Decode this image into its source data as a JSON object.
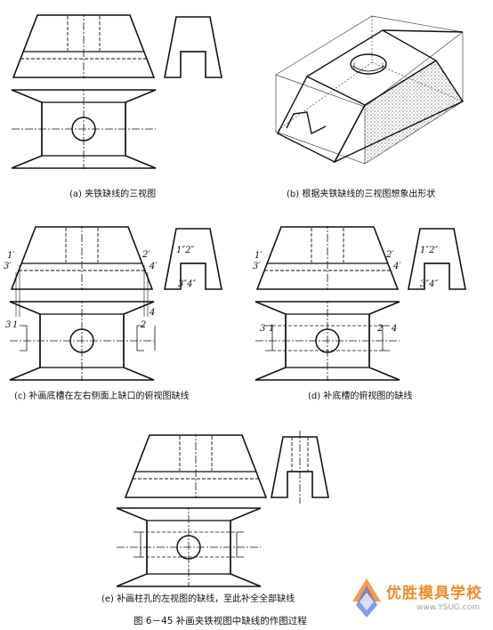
{
  "captions": {
    "a": "(a) 夹铁缺线的三视图",
    "b": "(b) 根据夹铁缺线的三视图想象出形状",
    "c": "(c) 补画底槽在左右侧面上缺口的俯视图缺线",
    "d": "(d) 补底槽的俯视图的缺线",
    "e": "(e) 补画柱孔的左视图的缺线，至此补全全部缺线"
  },
  "figure_title": "图 6－45  补画夹铁视图中缺线的作图过程",
  "point_labels": {
    "p1p": "1′",
    "p2p": "2′",
    "p3p": "3′",
    "p4p": "4′",
    "p1pp2pp": "1″2″",
    "p3pp4pp": "3″4″",
    "p1": "1",
    "p2": "2",
    "p3": "3",
    "p4": "4"
  },
  "watermark": {
    "name": "优胜模具学校",
    "url": "www.YSUG.com"
  },
  "colors": {
    "line": "#111111",
    "watermark_orange": "#f28a2a",
    "watermark_blue": "#5a7bd8"
  }
}
